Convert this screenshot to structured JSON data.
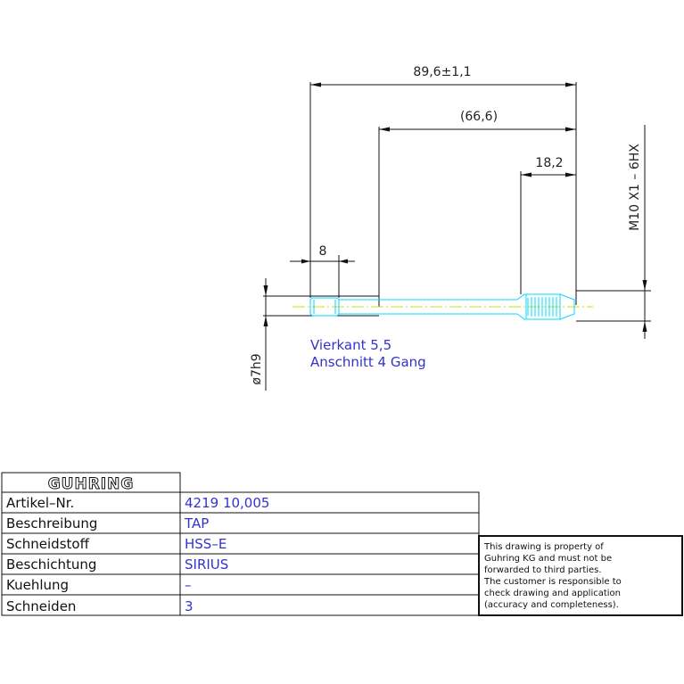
{
  "dimensions": {
    "overall_length": "89,6±1,1",
    "shank_length": "(66,6)",
    "thread_length": "18,2",
    "square_length": "8",
    "shank_diameter": "ø7h9",
    "thread_spec": "M10  X1  –  6HX"
  },
  "notes": {
    "line1": "Vierkant 5,5",
    "line2": "Anschnitt 4 Gang"
  },
  "titleblock": {
    "logo": "GUHRING",
    "rows": [
      {
        "label": "Artikel–Nr.",
        "value": "4219 10,005"
      },
      {
        "label": "Beschreibung",
        "value": "TAP"
      },
      {
        "label": "Schneidstoff",
        "value": "HSS–E"
      },
      {
        "label": "Beschichtung",
        "value": "SIRIUS"
      },
      {
        "label": "Kuehlung",
        "value": "–"
      },
      {
        "label": "Schneiden",
        "value": "3"
      }
    ]
  },
  "disclaimer": {
    "lines": [
      "This drawing is property of",
      "Guhring KG and must not be",
      "forwarded to third parties.",
      "The customer is responsible to",
      "check drawing and application",
      "(accuracy and completeness)."
    ]
  },
  "colors": {
    "dimension_lines": "#111111",
    "tool_outline": "#00d8ff",
    "center_line": "#d8d800",
    "annotation_text": "#3333cc"
  }
}
